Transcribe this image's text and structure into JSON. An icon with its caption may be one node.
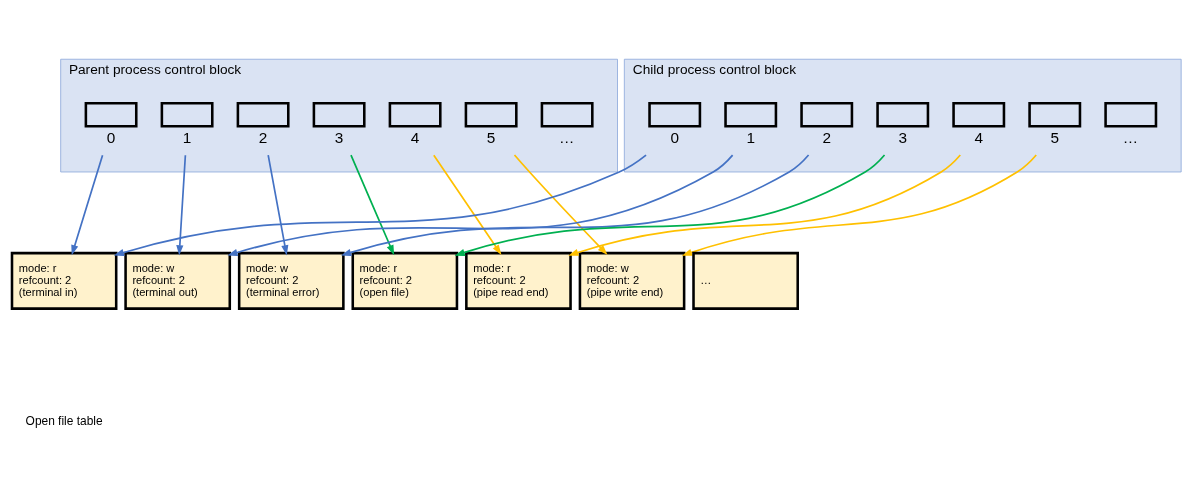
{
  "diagram": {
    "nodes": [
      {
        "text": [
          "Parent process control block"
        ]
      },
      {
        "text": [],
        "shape": "box",
        "in": 0,
        "beside": [
          "0"
        ]
      },
      {
        "text": [],
        "shape": "box",
        "in": 0,
        "beside": [
          "1"
        ]
      },
      {
        "text": [],
        "shape": "box",
        "in": 0,
        "beside": [
          "2"
        ]
      },
      {
        "text": [],
        "shape": "box",
        "in": 0,
        "beside": [
          "3"
        ]
      },
      {
        "text": [],
        "shape": "box",
        "in": 0,
        "beside": [
          "4"
        ]
      },
      {
        "text": [],
        "shape": "box",
        "in": 0,
        "beside": [
          "5"
        ]
      },
      {
        "text": [],
        "shape": "box",
        "in": 0,
        "beside": [
          "…"
        ]
      },
      {
        "text": [
          "Child process control block"
        ]
      },
      {
        "text": [],
        "shape": "box",
        "in": 8,
        "beside": [
          "0"
        ]
      },
      {
        "text": [],
        "shape": "box",
        "in": 8,
        "beside": [
          "1"
        ]
      },
      {
        "text": [],
        "shape": "box",
        "in": 8,
        "beside": [
          "2"
        ]
      },
      {
        "text": [],
        "shape": "box",
        "in": 8,
        "beside": [
          "3"
        ]
      },
      {
        "text": [],
        "shape": "box",
        "in": 8,
        "beside": [
          "4"
        ]
      },
      {
        "text": [],
        "shape": "box",
        "in": 8,
        "beside": [
          "5"
        ]
      },
      {
        "text": [],
        "shape": "box",
        "in": 8,
        "beside": [
          "…"
        ]
      },
      {
        "text": [
          "mode: r",
          "refcount: 2",
          "(terminal in)"
        ]
      },
      {
        "text": [
          "mode: w",
          "refcount: 2",
          "(terminal out)"
        ]
      },
      {
        "text": [
          "mode: w",
          "refcount: 2",
          "(terminal error)"
        ]
      },
      {
        "text": [
          "mode: r",
          "refcount: 2",
          "(open file)"
        ]
      },
      {
        "text": [
          "mode: r",
          "refcount: 2",
          "(pipe read end)"
        ]
      },
      {
        "text": [
          "mode: w",
          "refcount: 2",
          "(pipe write end)"
        ]
      },
      {
        "text": [
          "…"
        ]
      }
    ],
    "edges": [
      {
        "from": 1,
        "to": 16,
        "arrow": "to"
      },
      {
        "from": 2,
        "to": 17,
        "arrow": "to"
      },
      {
        "from": 3,
        "to": 18,
        "arrow": "to"
      },
      {
        "from": 4,
        "to": 19,
        "arrow": "to",
        "color": "#00b050"
      },
      {
        "from": 5,
        "to": 20,
        "arrow": "to",
        "color": "#ffc000"
      },
      {
        "from": 6,
        "to": 21,
        "arrow": "to",
        "color": "#ffc000"
      },
      {
        "from": 9,
        "to": 16,
        "arrow": "to"
      },
      {
        "from": 10,
        "to": 17,
        "arrow": "to"
      },
      {
        "from": 11,
        "to": 18,
        "arrow": "to"
      },
      {
        "from": 12,
        "to": 19,
        "arrow": "to",
        "color": "#00b050"
      },
      {
        "from": 13,
        "to": 20,
        "arrow": "to",
        "color": "#ffc000"
      },
      {
        "from": 14,
        "to": 21,
        "arrow": "to",
        "color": "#ffc000"
      }
    ],
    "labels": [
      "Open file table"
    ]
  }
}
